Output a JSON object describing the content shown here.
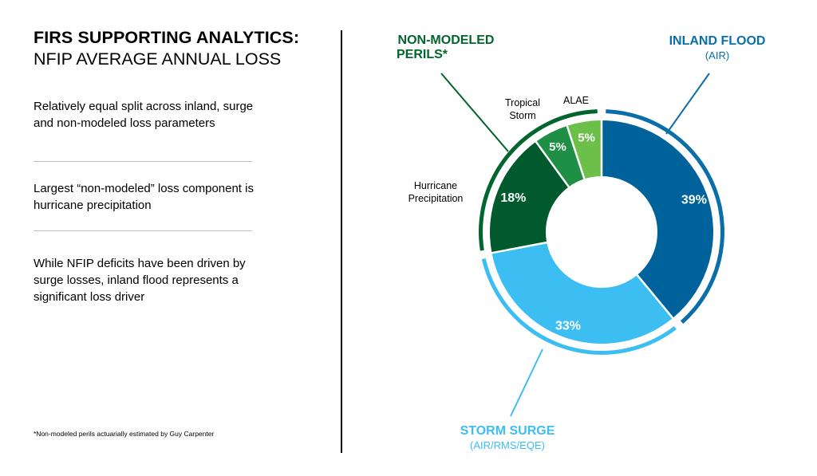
{
  "left_panel": {
    "title_bold": "FIRS SUPPORTING ANALYTICS:",
    "title_sub": "NFIP AVERAGE ANNUAL LOSS",
    "bullets": [
      "Relatively equal split across inland, surge and non-modeled loss parameters",
      "Largest “non-modeled” loss component is hurricane precipitation",
      "While NFIP deficits have been driven by surge losses, inland flood represents a significant loss driver"
    ],
    "footnote": "*Non-modeled perils actuarially estimated by Guy Carpenter"
  },
  "chart_data": {
    "type": "pie",
    "donut": true,
    "slices": [
      {
        "label": "",
        "value": 39,
        "value_label": "39%",
        "color": "#00629B"
      },
      {
        "label": "",
        "value": 33,
        "value_label": "33%",
        "color": "#3DBEF2"
      },
      {
        "label": "Hurricane Precipitation",
        "value": 18,
        "value_label": "18%",
        "color": "#005A2E"
      },
      {
        "label": "Tropical Storm",
        "value": 5,
        "value_label": "5%",
        "color": "#1E8F45"
      },
      {
        "label": "ALAE",
        "value": 5,
        "value_label": "5%",
        "color": "#6CC04A"
      }
    ],
    "groups": [
      {
        "title": "INLAND FLOOD",
        "subtitle": "(AIR)",
        "color": "#0A6FA8",
        "slices": [
          0
        ]
      },
      {
        "title": "STORM SURGE",
        "subtitle": "(AIR/RMS/EQE)",
        "color": "#3DBEF2",
        "slices": [
          1
        ]
      },
      {
        "title": "NON-MODELED",
        "title_line2": "PERILS*",
        "subtitle": "",
        "color": "#00662E",
        "slices": [
          2,
          3,
          4
        ]
      }
    ]
  }
}
